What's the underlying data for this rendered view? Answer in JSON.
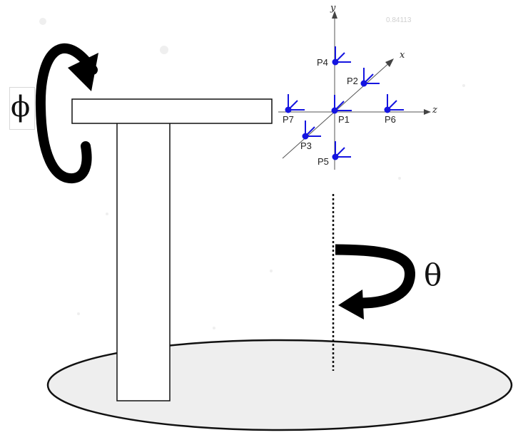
{
  "labels": {
    "phi": "ϕ",
    "theta": "θ",
    "faint_readout": "0.84113"
  },
  "axes": {
    "x": "x",
    "y": "y",
    "z": "z"
  },
  "points": {
    "p1": "P1",
    "p2": "P2",
    "p3": "P3",
    "p4": "P4",
    "p5": "P5",
    "p6": "P6",
    "p7": "P7"
  },
  "colors": {
    "marker_blue": "#1515e0",
    "line_black": "#111111",
    "platter_fill": "#eeeeee"
  }
}
